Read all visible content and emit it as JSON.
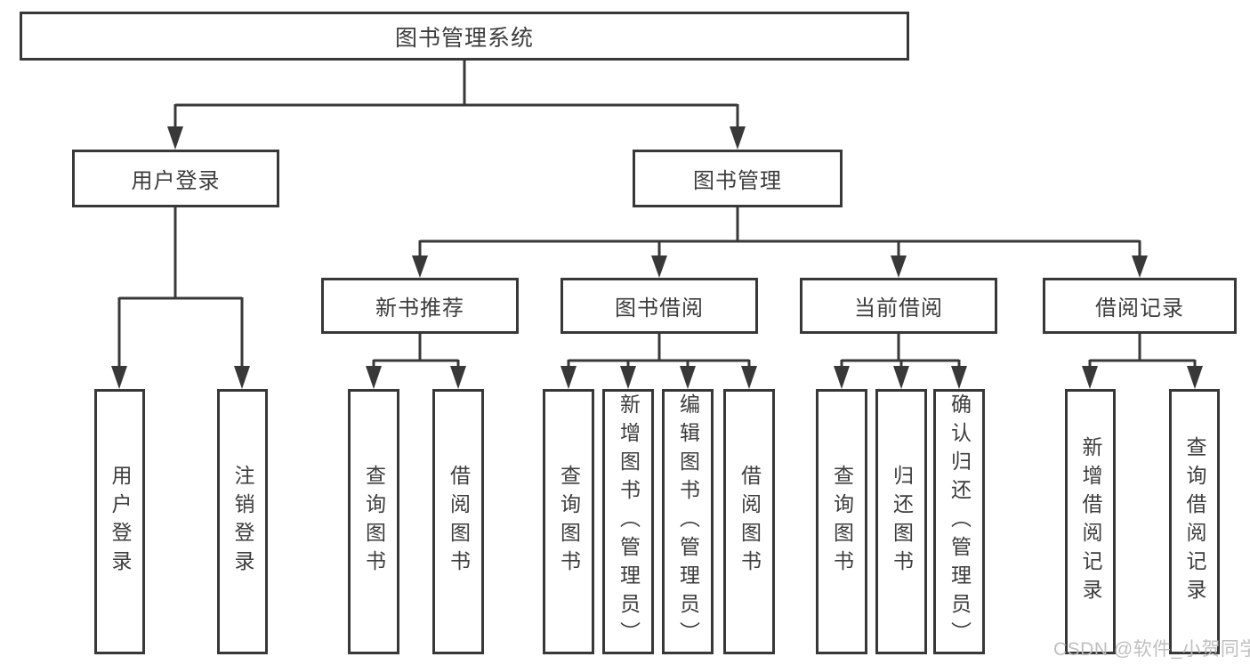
{
  "diagram": {
    "type": "tree",
    "root": {
      "label": "图书管理系统",
      "children": [
        {
          "label": "用户登录",
          "children": [
            {
              "label": "用户登录"
            },
            {
              "label": "注销登录"
            }
          ]
        },
        {
          "label": "图书管理",
          "children": [
            {
              "label": "新书推荐",
              "children": [
                {
                  "label": "查询图书"
                },
                {
                  "label": "借阅图书"
                }
              ]
            },
            {
              "label": "图书借阅",
              "children": [
                {
                  "label": "查询图书"
                },
                {
                  "label": "新增图书（管理员）"
                },
                {
                  "label": "编辑图书（管理员）"
                },
                {
                  "label": "借阅图书"
                }
              ]
            },
            {
              "label": "当前借阅",
              "children": [
                {
                  "label": "查询图书"
                },
                {
                  "label": "归还图书"
                },
                {
                  "label": "确认归还（管理员）"
                }
              ]
            },
            {
              "label": "借阅记录",
              "children": [
                {
                  "label": "新增借阅记录"
                },
                {
                  "label": "查询借阅记录"
                }
              ]
            }
          ]
        }
      ]
    }
  },
  "watermark": {
    "text": "CSDN @软件_小贺同学"
  },
  "colors": {
    "line": "#383838",
    "border": "#383838",
    "text": "#3d3d3d",
    "background": "#ffffff",
    "watermark_color": "#bcbcbc"
  }
}
